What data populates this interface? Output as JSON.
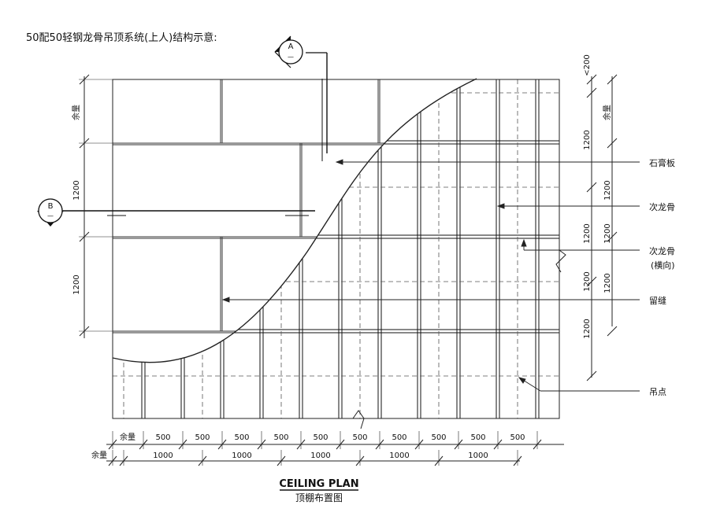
{
  "title": "50配50轻钢龙骨吊顶系统(上人)结构示意:",
  "section_markers": [
    {
      "letter": "A",
      "sub": "—"
    },
    {
      "letter": "B",
      "sub": "—"
    }
  ],
  "left_dims": [
    "余量",
    "1200",
    "1200"
  ],
  "right_top_dim": "<200",
  "right_dims_outer": [
    "余量",
    "1200",
    "1200",
    "1200"
  ],
  "right_dims_inner": [
    "1200",
    "1200",
    "1200",
    "1200"
  ],
  "callouts": [
    {
      "text": "石膏板"
    },
    {
      "text": "次龙骨"
    },
    {
      "text": "次龙骨"
    },
    {
      "text": "(横向)"
    },
    {
      "text": "留缝"
    },
    {
      "text": "吊点"
    }
  ],
  "bottom_dims_row1": [
    "余量",
    "500",
    "500",
    "500",
    "500",
    "500",
    "500",
    "500",
    "500",
    "500",
    "500"
  ],
  "bottom_dims_row2_label": "余量",
  "bottom_dims_row2": [
    "1000",
    "1000",
    "1000",
    "1000",
    "1000"
  ],
  "caption_en": "CEILING PLAN",
  "caption_cn": "顶棚布置图"
}
